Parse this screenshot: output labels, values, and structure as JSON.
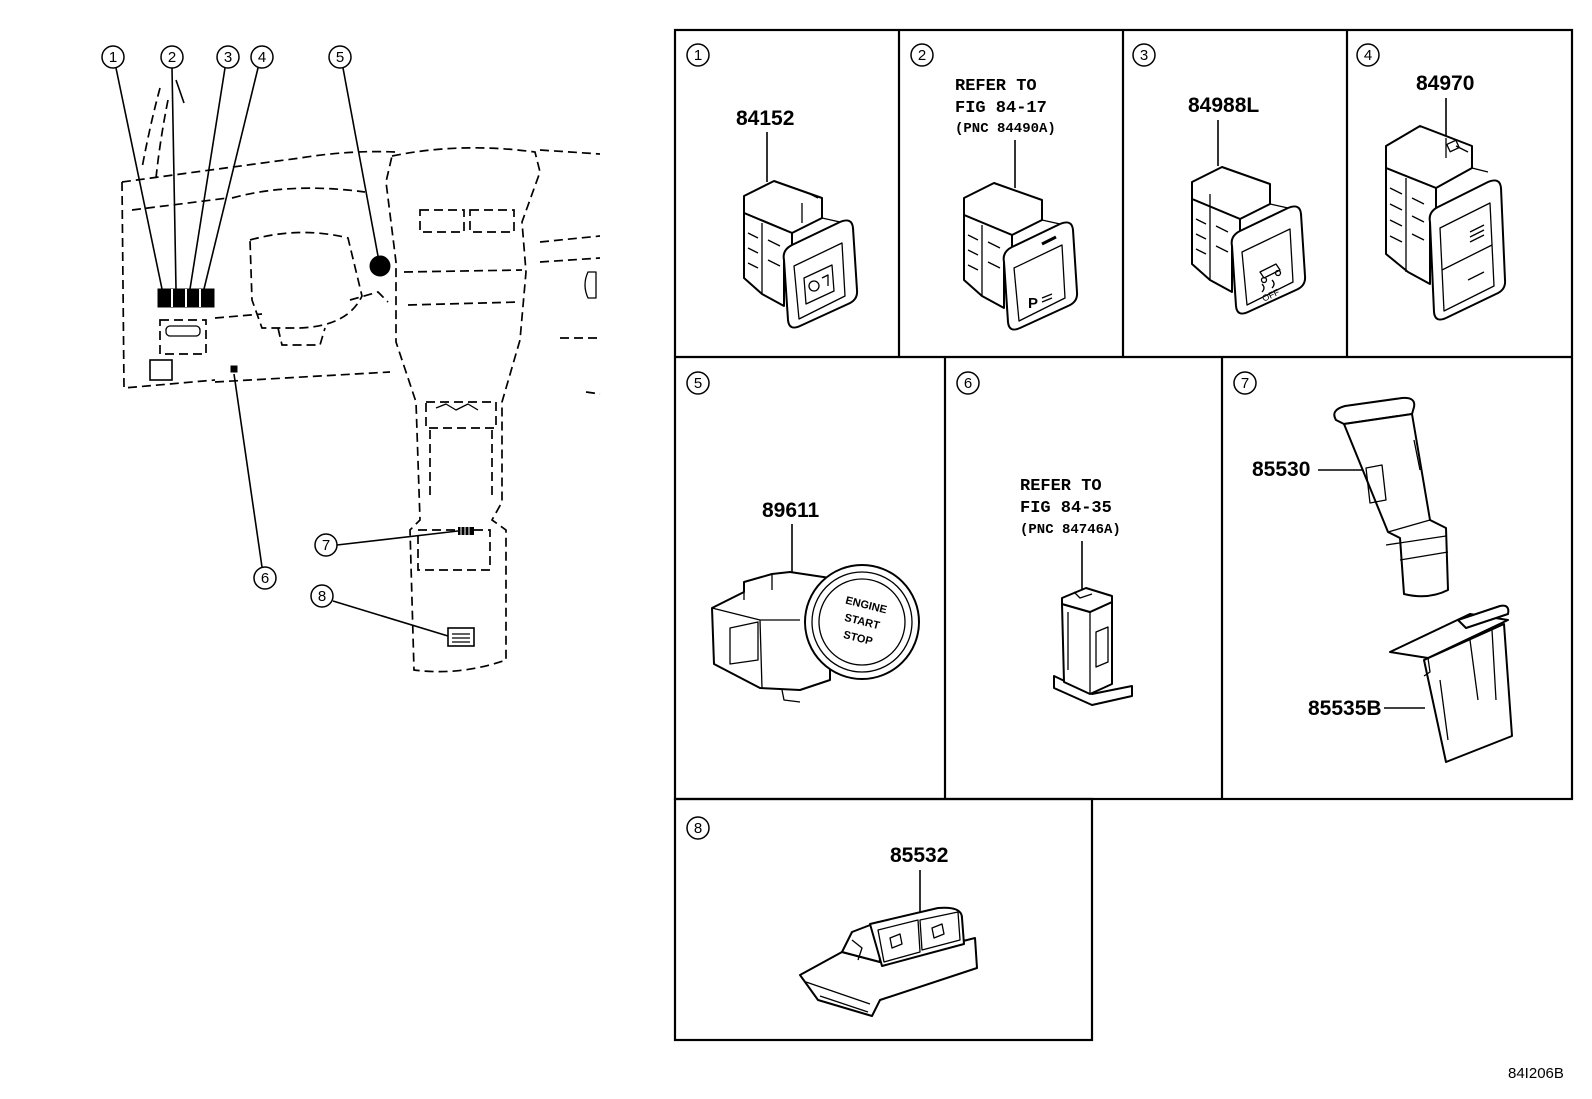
{
  "overview": {
    "callouts": [
      "1",
      "2",
      "3",
      "4",
      "5",
      "6",
      "7",
      "8"
    ]
  },
  "cells": [
    {
      "number": "1",
      "part_numbers": [
        "84152"
      ]
    },
    {
      "number": "2",
      "refer": [
        "REFER TO",
        "FIG 84-17",
        "(PNC 84490A)"
      ],
      "switch_text": "P"
    },
    {
      "number": "3",
      "part_numbers": [
        "84988L"
      ],
      "switch_text": "OFF"
    },
    {
      "number": "4",
      "part_numbers": [
        "84970"
      ]
    },
    {
      "number": "5",
      "part_numbers": [
        "89611"
      ],
      "button_text": [
        "ENGINE",
        "START",
        "STOP"
      ]
    },
    {
      "number": "6",
      "refer": [
        "REFER TO",
        "FIG 84-35",
        "(PNC 84746A)"
      ]
    },
    {
      "number": "7",
      "part_numbers": [
        "85530",
        "85535B"
      ]
    },
    {
      "number": "8",
      "part_numbers": [
        "85532"
      ]
    }
  ],
  "footer_code": "84I206B",
  "icons": [
    "parking-icon",
    "traction-off-icon",
    "engine-start-stop-button",
    "power-outlet-icon"
  ]
}
